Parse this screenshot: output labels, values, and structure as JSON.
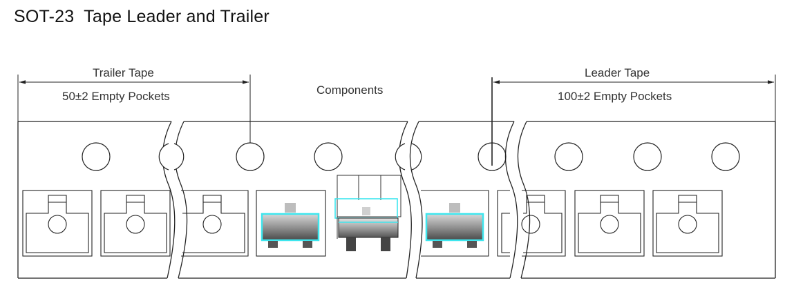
{
  "title": "SOT-23  Tape Leader and Trailer",
  "labels": {
    "trailer_tape": "Trailer Tape",
    "trailer_pockets": "50±2 Empty Pockets",
    "components": "Components",
    "leader_tape": "Leader Tape",
    "leader_pockets": "100±2 Empty Pockets"
  },
  "colors": {
    "line": "#222222",
    "component_outline": "#3ee6ee",
    "component_body_dark": "#5a5a5a",
    "component_body_light": "#d8d8d8"
  }
}
